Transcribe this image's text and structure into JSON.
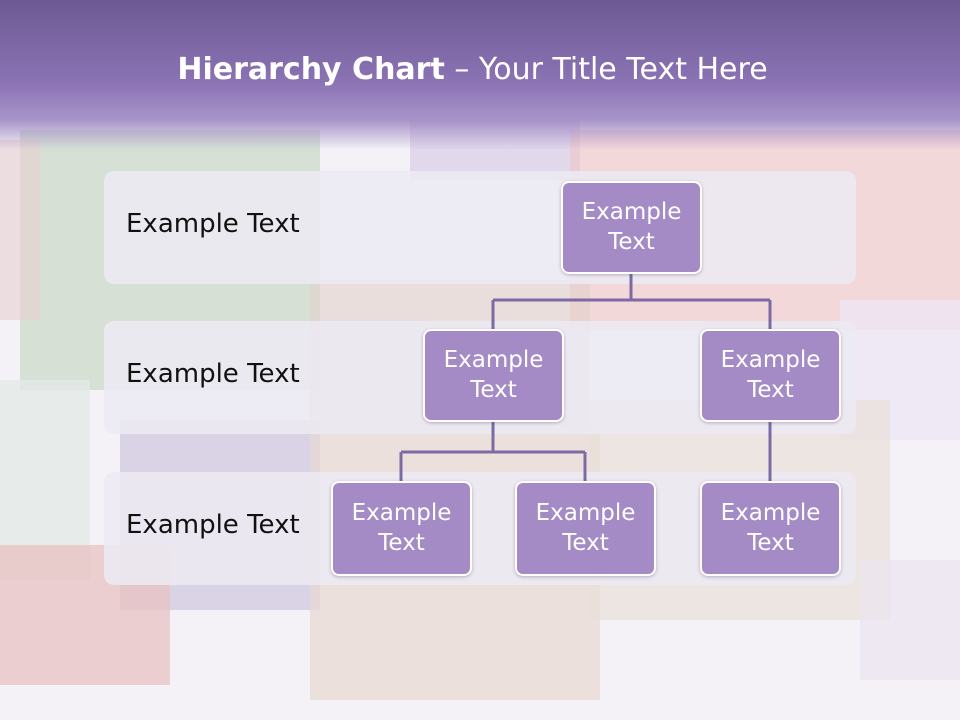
{
  "slide": {
    "title_bold": "Hierarchy Chart",
    "title_rest": " – Your Title Text Here"
  },
  "levels": [
    {
      "label": "Example Text"
    },
    {
      "label": "Example Text"
    },
    {
      "label": "Example Text"
    }
  ],
  "nodes": {
    "root": "Example Text",
    "level2_left": "Example Text",
    "level2_right": "Example Text",
    "level3_left": "Example Text",
    "level3_middle": "Example Text",
    "level3_right": "Example Text"
  },
  "colors": {
    "header": "#8b73b4",
    "node_fill": "#a48bc6",
    "node_border": "#ffffff",
    "connector": "#7d6aa3",
    "band": "#ece9f3"
  }
}
